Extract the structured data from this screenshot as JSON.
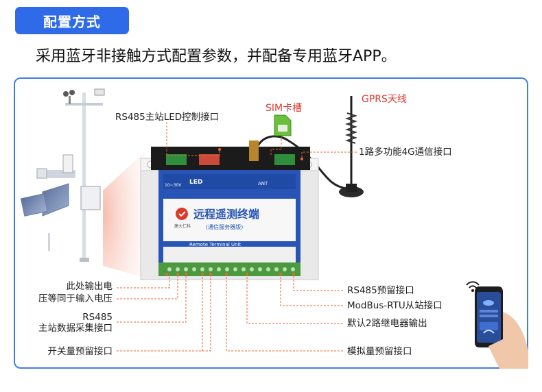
{
  "header": {
    "badge_label": "配置方式",
    "intro_text": "采用蓝牙非接触方式配置参数，并配备专用蓝牙APP。"
  },
  "device": {
    "title": "远程遥测终端",
    "subtitle": "(通信服务器版)",
    "english_name": "Remote Terminal Unit",
    "brand": "建大仁科",
    "led_label": "LED",
    "ant_label": "ANT",
    "power_label": "10~30V"
  },
  "callouts": {
    "rs485_led": "RS485主站LED控制接口",
    "sim_slot": "SIM卡槽",
    "gprs_antenna": "GPRS天线",
    "comm_port": "1路多功能4G通信接口",
    "output_power_line1": "此处输出电",
    "output_power_line2": "压等同于输入电压",
    "rs485_master_line1": "RS485",
    "rs485_master_line2": "主站数据采集接口",
    "switch_reserved": "开关量预留接口",
    "rs485_reserved": "RS485预留接口",
    "modbus_slave": "ModBus-RTU从站接口",
    "relay_output": "默认2路继电器输出",
    "analog_reserved": "模拟量预留接口"
  },
  "colors": {
    "accent": "#2f6be8",
    "leader": "#e8662f",
    "callout_red": "#e03a2f",
    "device_blue": "#2754b5"
  }
}
